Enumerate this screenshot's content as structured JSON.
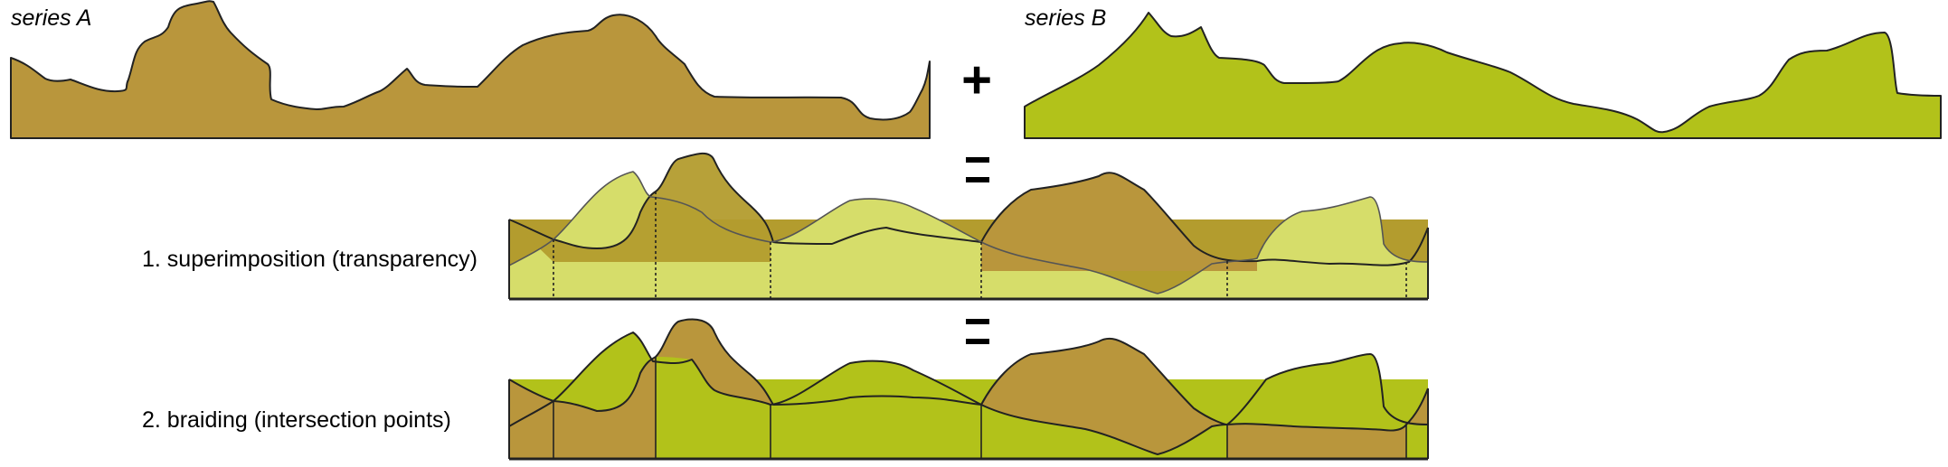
{
  "labels": {
    "series_a": "series A",
    "series_b": "series B",
    "method_1": "1. superimposition (transparency)",
    "method_2": "2. braiding (intersection points)"
  },
  "operators": {
    "plus": "+",
    "equals_1": "=",
    "equals_2": "="
  },
  "colors": {
    "series_a_fill": "#b9963c",
    "series_b_fill": "#b2c21a",
    "series_b_transparent_fill": "#d6dd6a",
    "overlap_fill": "#b39c2e",
    "outline": "#222222"
  }
}
